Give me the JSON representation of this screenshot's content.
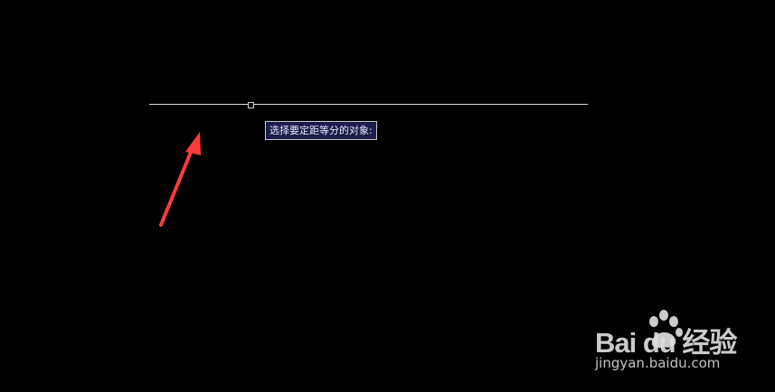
{
  "tooltip": {
    "prompt": "选择要定距等分的对象:"
  },
  "watermark": {
    "logo": "Bai du 经验",
    "url": "jingyan.baidu.com"
  },
  "colors": {
    "background": "#000000",
    "line": "#d9d9d9",
    "tooltip_bg": "#1c1c4a",
    "arrow": "#ff3b3b"
  }
}
